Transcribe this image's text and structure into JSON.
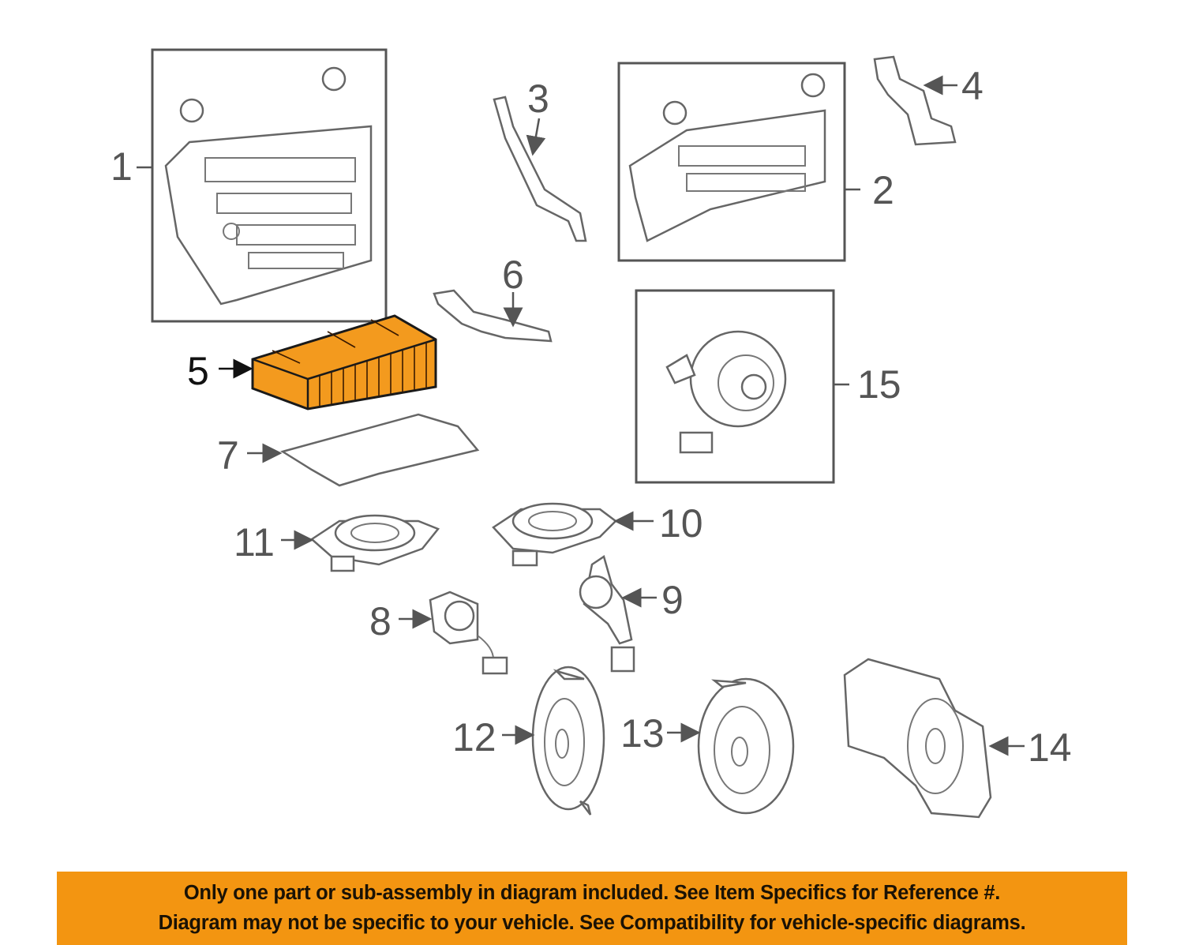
{
  "diagram": {
    "highlight_color": "#f39a1e",
    "highlighted_part": "5",
    "callouts": [
      "1",
      "2",
      "3",
      "4",
      "5",
      "6",
      "7",
      "8",
      "9",
      "10",
      "11",
      "12",
      "13",
      "14",
      "15"
    ]
  },
  "banner": {
    "line1": "Only one part or sub-assembly in diagram included. See Item Specifics for Reference #.",
    "line2": "Diagram may not be specific to your vehicle. See Compatibility for vehicle-specific diagrams."
  }
}
